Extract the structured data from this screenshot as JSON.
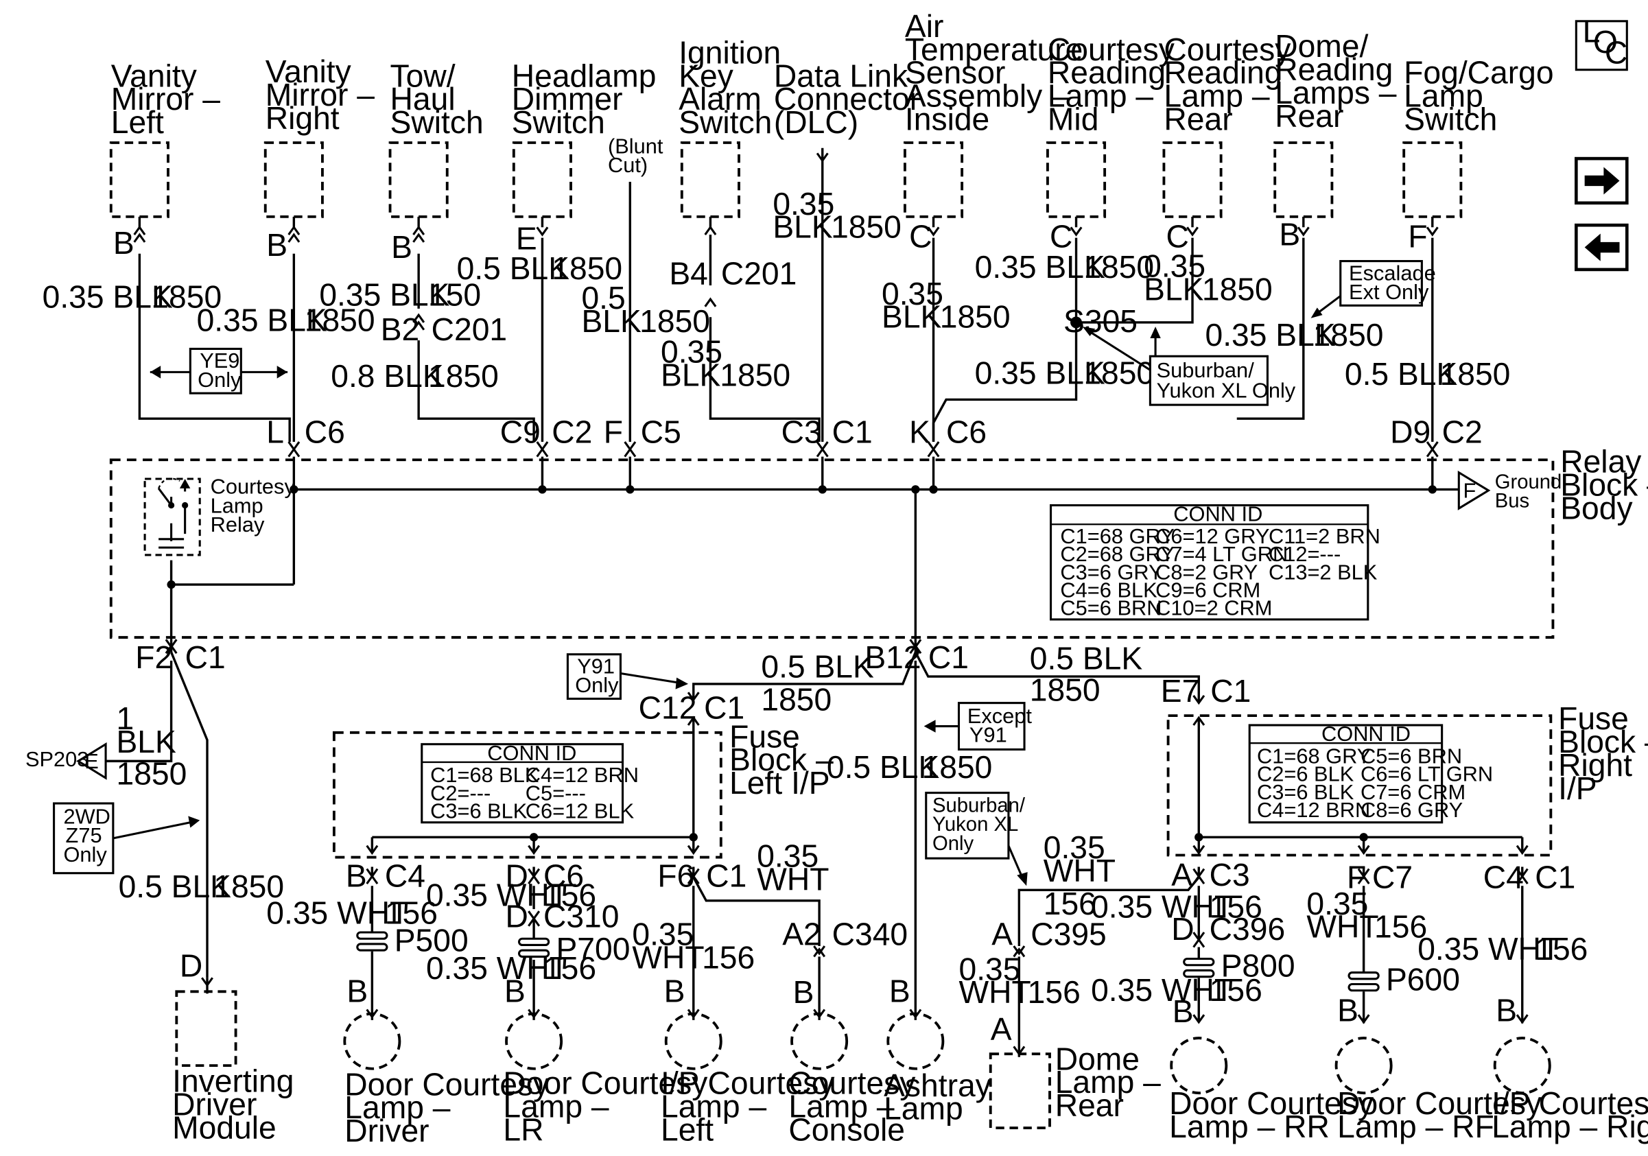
{
  "loc_badge": {
    "l": "L",
    "o": "O",
    "c": "C"
  },
  "nav": {
    "forward_icon": "arrow-right-icon",
    "back_icon": "arrow-left-icon"
  },
  "components_top": {
    "vanity_left": [
      "Vanity",
      "Mirror –",
      "Left"
    ],
    "vanity_right": [
      "Vanity",
      "Mirror –",
      "Right"
    ],
    "tow_haul": [
      "Tow/",
      "Haul",
      "Switch"
    ],
    "headlamp_dimmer": [
      "Headlamp",
      "Dimmer",
      "Switch"
    ],
    "blunt_cut": [
      "(Blunt",
      "Cut)"
    ],
    "ignition_key": [
      "Ignition",
      "Key",
      "Alarm",
      "Switch"
    ],
    "dlc": [
      "Data Link",
      "Connector",
      "(DLC)"
    ],
    "air_temp": [
      "Air",
      "Temperature",
      "Sensor",
      "Assembly –",
      "Inside"
    ],
    "courtesy_mid": [
      "Courtesy",
      "Reading",
      "Lamp –",
      "Mid"
    ],
    "courtesy_rear": [
      "Courtesy",
      "Reading",
      "Lamp –",
      "Rear"
    ],
    "dome_reading": [
      "Dome/",
      "Reading",
      "Lamps –",
      "Rear"
    ],
    "fog_cargo": [
      "Fog/Cargo",
      "Lamp",
      "Switch"
    ]
  },
  "pins": {
    "B": "B",
    "E": "E",
    "C": "C",
    "F": "F",
    "D": "D",
    "A": "A",
    "L": "L",
    "K": "K",
    "D9": "D9",
    "C9": "C9",
    "C3": "C3",
    "B4": "B4",
    "B2": "B2",
    "F2": "F2",
    "B12": "B12",
    "C12": "C12",
    "E7": "E7",
    "F6": "F6",
    "A2": "A2",
    "C4": "C4"
  },
  "connectors": {
    "C1": "C1",
    "C2": "C2",
    "C3": "C3",
    "C4": "C4",
    "C5": "C5",
    "C6": "C6",
    "C7": "C7",
    "C201": "C201",
    "C310": "C310",
    "C340": "C340",
    "C395": "C395",
    "C396": "C396",
    "S305": "S305",
    "SP203": "SP203",
    "P500": "P500",
    "P600": "P600",
    "P700": "P700",
    "P800": "P800"
  },
  "wires": {
    "blk_035": "0.35 BLK",
    "blk_05": "0.5 BLK",
    "blk_08": "0.8 BLK",
    "n035": "0.35",
    "n05": "0.5",
    "n1": "1",
    "blk": "BLK",
    "wht": "WHT",
    "wht_035": "0.35 WHT",
    "c1850": "1850",
    "c150": "150",
    "c156": "156"
  },
  "notes": {
    "ye9": [
      "YE9",
      "Only"
    ],
    "escalade": [
      "Escalade",
      "Ext Only"
    ],
    "suburban_top": [
      "Suburban/",
      "Yukon XL Only"
    ],
    "y91": [
      "Y91",
      "Only"
    ],
    "except_y91": [
      "Except",
      "Y91"
    ],
    "suburban_bottom": [
      "Suburban/",
      "Yukon XL",
      "Only"
    ],
    "z75": [
      "2WD",
      "Z75",
      "Only"
    ]
  },
  "relay_block": {
    "title": [
      "Relay",
      "Block –",
      "Body"
    ],
    "relay_label": [
      "Courtesy",
      "Lamp",
      "Relay"
    ],
    "ground_bus": [
      "Ground",
      "Bus"
    ],
    "ground_pin": "F",
    "conn_id_title": "CONN ID",
    "conn_id_col1": [
      "C1=68 GRY",
      "C2=68 GRY",
      "C3=6 GRY",
      "C4=6 BLK",
      "C5=6 BRN"
    ],
    "conn_id_col2": [
      "C6=12 GRY",
      "C7=4 LT GRN",
      "C8=2 GRY",
      "C9=6 CRM",
      "C10=2 CRM"
    ],
    "conn_id_col3": [
      "C11=2 BRN",
      "C12=---",
      "C13=2 BLK"
    ]
  },
  "fuse_left": {
    "title": [
      "Fuse",
      "Block –",
      "Left I/P"
    ],
    "conn_id_title": "CONN ID",
    "conn_id_col1": [
      "C1=68 BLK",
      "C2=---",
      "C3=6 BLK"
    ],
    "conn_id_col2": [
      "C4=12 BRN",
      "C5=---",
      "C6=12 BLK"
    ]
  },
  "fuse_right": {
    "title": [
      "Fuse",
      "Block –",
      "Right",
      "I/P"
    ],
    "conn_id_title": "CONN ID",
    "conn_id_col1": [
      "C1=68 GRY",
      "C2=6 BLK",
      "C3=6 BLK",
      "C4=12 BRN"
    ],
    "conn_id_col2": [
      "C5=6 BRN",
      "C6=6 LT GRN",
      "C7=6 CRM",
      "C8=6 GRY"
    ]
  },
  "components_bottom": {
    "inverting": [
      "Inverting",
      "Driver",
      "Module"
    ],
    "door_driver": [
      "Door Courtesy",
      "Lamp –",
      "Driver"
    ],
    "door_lr": [
      "Door Courtesy",
      "Lamp –",
      "LR"
    ],
    "ip_left": [
      "I/P Courtesy",
      "Lamp –",
      "Left"
    ],
    "console": [
      "Courtesy",
      "Lamp –",
      "Console"
    ],
    "ashtray": [
      "Ashtray",
      "Lamp"
    ],
    "dome_rear": [
      "Dome",
      "Lamp –",
      "Rear"
    ],
    "door_rr": [
      "Door Courtesy",
      "Lamp – RR"
    ],
    "door_rf": [
      "Door Courtesy",
      "Lamp – RF"
    ],
    "ip_right": [
      "I/P Courtesy",
      "Lamp – Right"
    ]
  }
}
